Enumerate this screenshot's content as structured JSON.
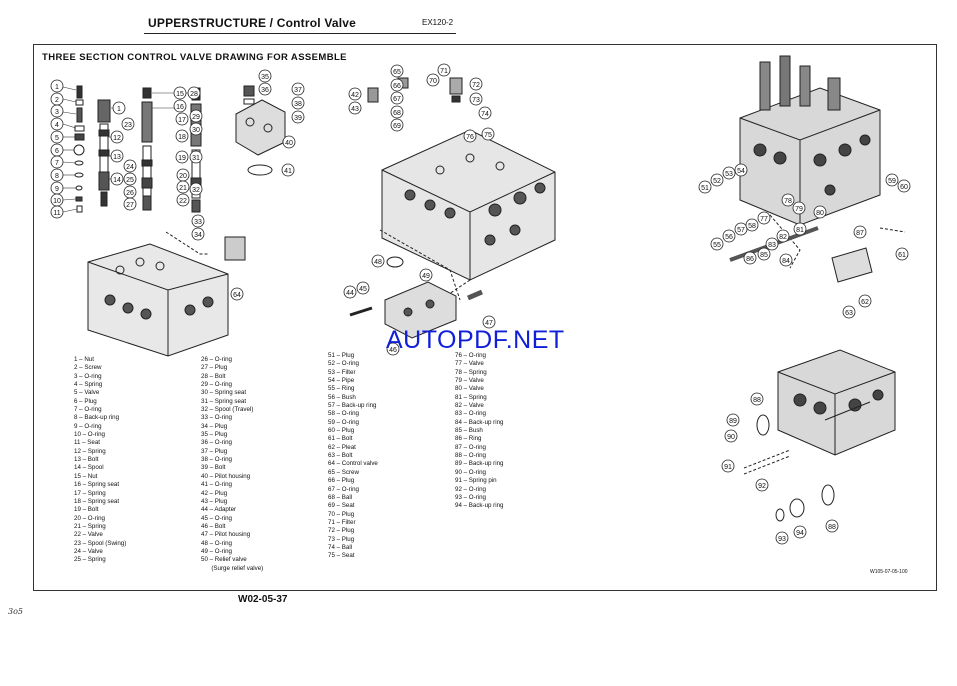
{
  "header": {
    "title": "UPPERSTRUCTURE / Control Valve",
    "model_code": "EX120-2"
  },
  "section_title": "THREE SECTION CONTROL VALVE DRAWING FOR ASSEMBLE",
  "watermark": "AUTOPDF.NET",
  "figure_id": "W02-05-37",
  "side_figure_code": "W105-07-05-100",
  "margin_note": "3o5",
  "parts_list": {
    "col1": [
      "1 – Nut",
      "2 – Screw",
      "3 – O-ring",
      "4 – Spring",
      "5 – Valve",
      "6 – Plug",
      "7 – O-ring",
      "8 – Back-up ring",
      "9 – O-ring",
      "10 – O-ring",
      "11 – Seat",
      "12 – Spring",
      "13 – Bolt",
      "14 – Spool",
      "15 – Nut",
      "16 – Spring seat",
      "17 – Spring",
      "18 – Spring seat",
      "19 – Bolt",
      "20 – O-ring",
      "21 – Spring",
      "22 – Valve",
      "23 – Spool (Swing)",
      "24 – Valve",
      "25 – Spring"
    ],
    "col2": [
      "26 – O-ring",
      "27 – Plug",
      "28 – Bolt",
      "29 – O-ring",
      "30 – Spring seat",
      "31 – Spring seat",
      "32 – Spool (Travel)",
      "33 – O-ring",
      "34 – Plug",
      "35 – Plug",
      "36 – O-ring",
      "37 – Plug",
      "38 – O-ring",
      "39 – Bolt",
      "40 – Pilot housing",
      "41 – O-ring",
      "42 – Plug",
      "43 – Plug",
      "44 – Adapter",
      "45 – O-ring",
      "46 – Bolt",
      "47 – Pilot housing",
      "48 – O-ring",
      "49 – O-ring",
      "50 – Relief valve",
      "      (Surge relief valve)"
    ],
    "col3": [
      "51 – Plug",
      "52 – O-ring",
      "53 – Filter",
      "54 – Pipe",
      "55 – Ring",
      "56 – Bush",
      "57 – Back-up ring",
      "58 – O-ring",
      "59 – O-ring",
      "60 – Plug",
      "61 – Bolt",
      "62 – Pleat",
      "63 – Bolt",
      "64 – Control valve",
      "65 – Screw",
      "66 – Plug",
      "67 – O-ring",
      "68 – Ball",
      "69 – Seat",
      "70 – Plug",
      "71 – Filter",
      "72 – Plug",
      "73 – Plug",
      "74 – Ball",
      "75 – Seat"
    ],
    "col4": [
      "76 – O-ring",
      "77 – Valve",
      "78 – Spring",
      "79 – Valve",
      "80 – Valve",
      "81 – Spring",
      "82 – Valve",
      "83 – O-ring",
      "84 – Back-up ring",
      "85 – Bush",
      "86 – Ring",
      "87 – O-ring",
      "88 – O-ring",
      "89 – Back-up ring",
      "90 – O-ring",
      "91 – Spring pin",
      "92 – O-ring",
      "93 – O-ring",
      "94 – Back-up ring"
    ]
  },
  "callouts": {
    "left_column": [
      "1",
      "2",
      "3",
      "4",
      "5",
      "6",
      "7",
      "8",
      "9",
      "10",
      "11"
    ],
    "left_mid": [
      "12",
      "13",
      "14",
      "23",
      "24",
      "25",
      "27"
    ],
    "mid_a": [
      "15",
      "16",
      "17",
      "18",
      "19",
      "20",
      "21",
      "22"
    ],
    "mid_b": [
      "28",
      "29",
      "30",
      "31",
      "32"
    ],
    "right_small": [
      "35",
      "36",
      "37",
      "38",
      "39",
      "40",
      "41",
      "33",
      "34",
      "64"
    ],
    "center_top": [
      "65",
      "66",
      "67",
      "68",
      "69",
      "70",
      "71",
      "72",
      "73",
      "74",
      "75",
      "76",
      "42",
      "43"
    ],
    "center_low": [
      "48",
      "49",
      "44",
      "45",
      "46",
      "47"
    ],
    "upper_right": [
      "51",
      "52",
      "53",
      "54",
      "55",
      "56",
      "57",
      "58",
      "59",
      "60",
      "61",
      "62",
      "63",
      "77",
      "78",
      "79",
      "80",
      "81",
      "82",
      "83",
      "84",
      "85",
      "86",
      "87"
    ],
    "lower_right": [
      "88",
      "89",
      "90",
      "91",
      "92",
      "93",
      "94",
      "88"
    ]
  }
}
